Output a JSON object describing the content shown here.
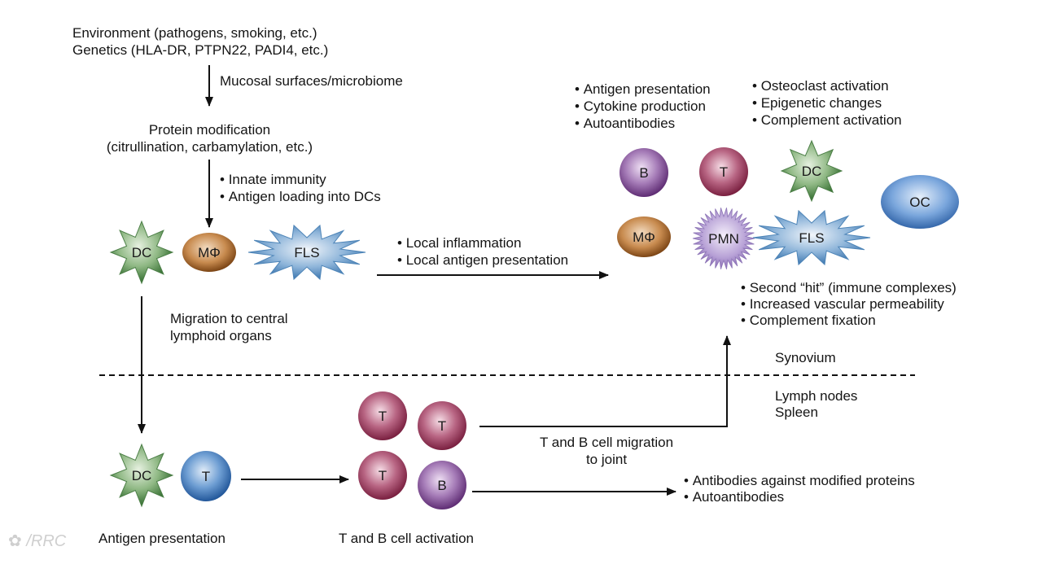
{
  "env": {
    "environment": "Environment (pathogens, smoking, etc.)",
    "genetics": "Genetics (HLA-DR, PTPN22, PADI4, etc.)"
  },
  "mucosal": "Mucosal surfaces/microbiome",
  "protein_mod": {
    "line1": "Protein modification",
    "line2": "(citrullination, carbamylation, etc.)"
  },
  "innate": [
    "Innate immunity",
    "Antigen loading into DCs"
  ],
  "local": [
    "Local inflammation",
    "Local antigen presentation"
  ],
  "migration_central": [
    "Migration to central",
    "lymphoid organs"
  ],
  "b_functions": [
    "Antigen presentation",
    "Cytokine production",
    "Autoantibodies"
  ],
  "oc_functions": [
    "Osteoclast activation",
    "Epigenetic changes",
    "Complement activation"
  ],
  "second_hit": [
    "Second “hit” (immune complexes)",
    "Increased vascular permeability",
    "Complement fixation"
  ],
  "synovium": "Synovium",
  "lymph": [
    "Lymph nodes",
    "Spleen"
  ],
  "tb_migration": [
    "T and B cell migration",
    "to joint"
  ],
  "antibodies": [
    "Antibodies against modified proteins",
    "Autoantibodies"
  ],
  "antigen_presentation": "Antigen presentation",
  "tb_activation": "T and B cell activation",
  "cells": {
    "dc": "DC",
    "mphi": "MΦ",
    "fls": "FLS",
    "t": "T",
    "b": "B",
    "pmn": "PMN",
    "oc": "OC"
  },
  "watermark": "/RRC",
  "colors": {
    "dc_fill": "#3f7a3c",
    "mphi_fill": "#9a5a22",
    "fls_fill": "#2d6fa8",
    "t_fill": "#8e2d4c",
    "t_blue_fill": "#2f67ad",
    "b_fill": "#7b3f8e",
    "pmn_fill": "#8f70b8",
    "oc_fill": "#2f6cb5"
  }
}
